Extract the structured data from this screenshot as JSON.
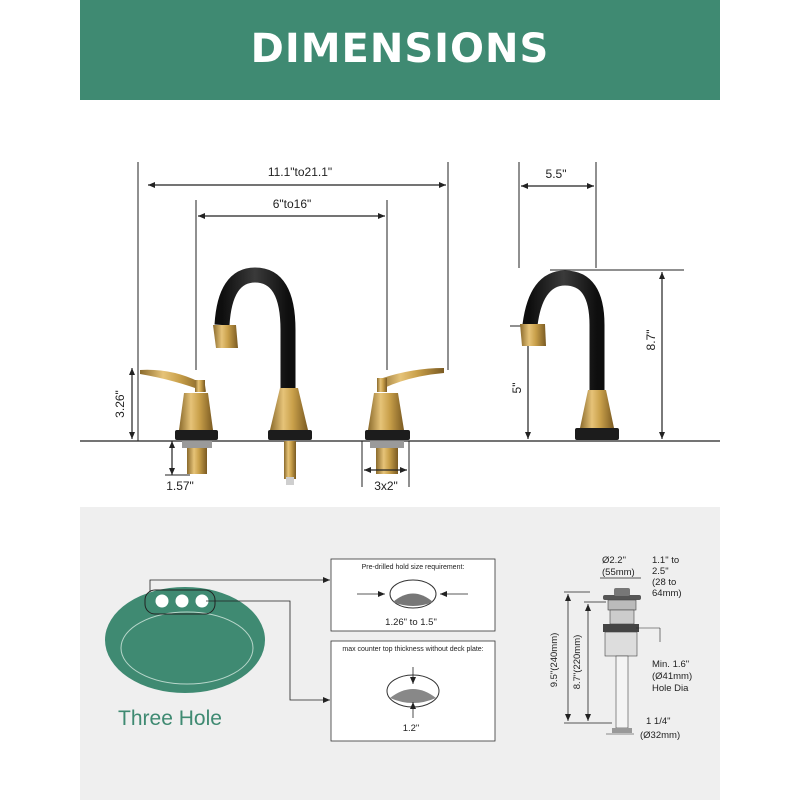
{
  "banner": {
    "title": "DIMENSIONS"
  },
  "dimensions": {
    "overall_spread": "11.1\"to21.1\"",
    "center_spread": "6\"to16\"",
    "spout_reach": "5.5\"",
    "faucet_height": "8.7\"",
    "spout_height": "5\"",
    "handle_height": "3.26\"",
    "shank_length": "1.57\"",
    "handle_base": "3x2\""
  },
  "sink": {
    "label": "Three Hole"
  },
  "hole_box": {
    "title": "Pre-drilled hold size requirement:",
    "size": "1.26\" to 1.5\""
  },
  "counter_box": {
    "title": "max counter top thickness without deck plate:",
    "size": "1.2\""
  },
  "drain": {
    "top_dia": "Ø2.2\"",
    "top_dia_mm": "(55mm)",
    "adjust_1": "1.1\" to",
    "adjust_2": "2.5\"",
    "adjust_3": "(28 to",
    "adjust_4": "64mm)",
    "total_height": "9.5\"(240mm)",
    "body_height": "8.7\"(220mm)",
    "hole_1": "Min. 1.6\"",
    "hole_2": "(Ø41mm)",
    "hole_3": "Hole Dia",
    "pipe_1": "1 1/4\"",
    "pipe_2": "(Ø32mm)"
  },
  "colors": {
    "accent": "#3f8a72",
    "gold": "#c9a04a",
    "matte_black": "#1c1c1c"
  }
}
